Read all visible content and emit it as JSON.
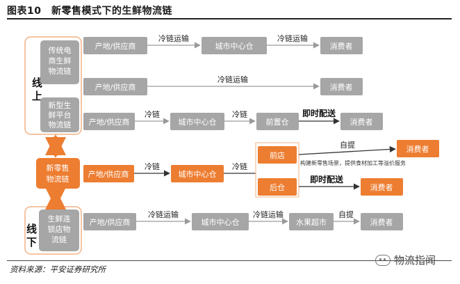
{
  "title": "图表10　新零售模式下的生鲜物流链",
  "source": "资料来源：平安证券研究所",
  "watermark": "物流指闻",
  "sections": {
    "online": [
      "线",
      "上"
    ],
    "offline": [
      "线",
      "下"
    ]
  },
  "left_boxes": {
    "traditional": [
      "传统电",
      "商生鲜",
      "物流链"
    ],
    "platform": [
      "新型生",
      "鲜平台",
      "物流链"
    ],
    "new_retail": [
      "新零售",
      "物流链"
    ],
    "chain_store": [
      "生鲜连",
      "锁店物",
      "流链"
    ]
  },
  "nodes": {
    "origin": "产地/供应商",
    "city_dc": "城市中心仓",
    "consumer": "消费者",
    "front_warehouse": "前置仓",
    "front_store": "前店",
    "back_warehouse": "后仓",
    "fruit_market": "水果超市"
  },
  "edges": {
    "cold_chain_transport": "冷链运输",
    "cold_chain": "冷链",
    "instant_delivery": "即时配送",
    "self_pickup": "自提",
    "store_note": "构建新零售场景，提供食材加工等溢价服务"
  },
  "colors": {
    "gray": "#a6a6a6",
    "orange": "#ed7d31",
    "orange_outline": "#f4b183",
    "gray_line": "#9a9a9a"
  }
}
